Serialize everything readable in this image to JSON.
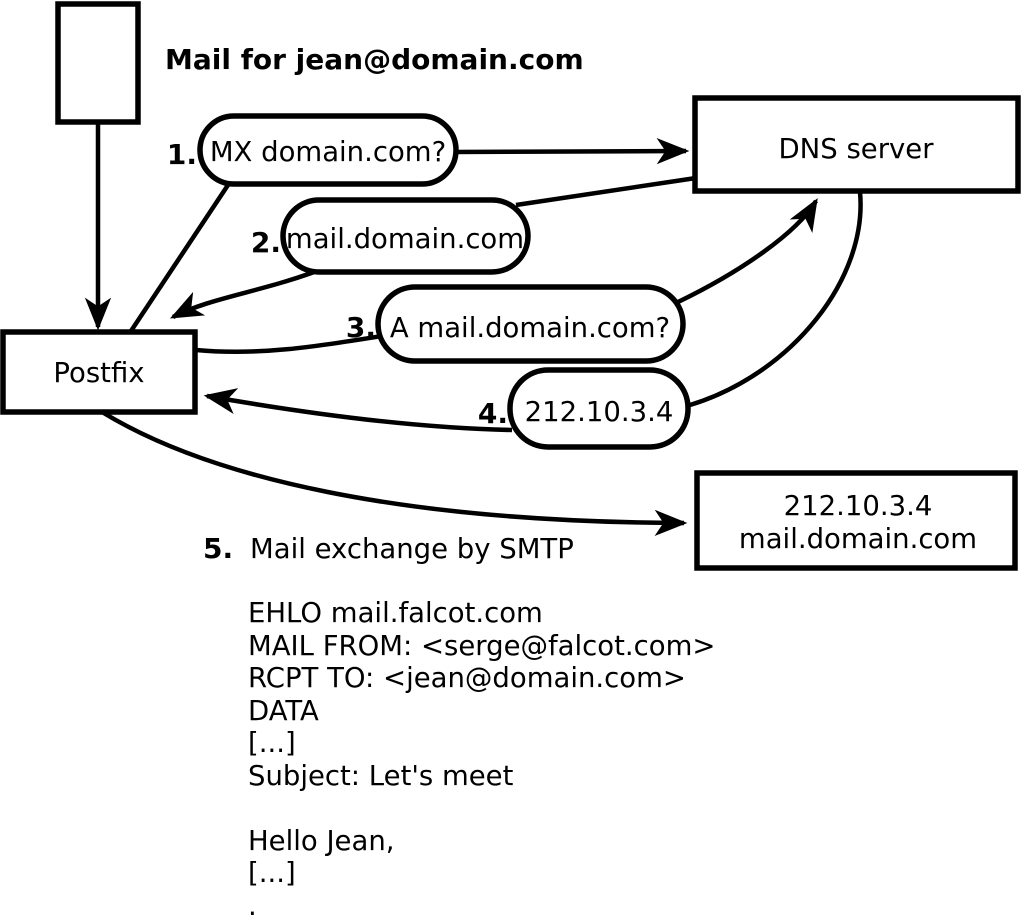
{
  "diagram": {
    "background": "#ffffff",
    "stroke_color": "#000000",
    "mail_label": "Mail for jean@domain.com",
    "nodes": {
      "postfix": "Postfix",
      "dns_server": "DNS server",
      "mail_server_line1": "212.10.3.4",
      "mail_server_line2": "mail.domain.com"
    },
    "steps": [
      {
        "num": "1.",
        "label": "MX domain.com?"
      },
      {
        "num": "2.",
        "label": "mail.domain.com"
      },
      {
        "num": "3.",
        "label": "A mail.domain.com?"
      },
      {
        "num": "4.",
        "label": "212.10.3.4"
      },
      {
        "num": "5.",
        "label": "Mail exchange by SMTP"
      }
    ],
    "smtp_session": {
      "lines": [
        "EHLO mail.falcot.com",
        "MAIL FROM: <serge@falcot.com>",
        "RCPT TO: <jean@domain.com>",
        "DATA",
        "[...]",
        "Subject: Let's meet",
        "",
        "Hello Jean,",
        "[...]",
        "."
      ]
    }
  }
}
